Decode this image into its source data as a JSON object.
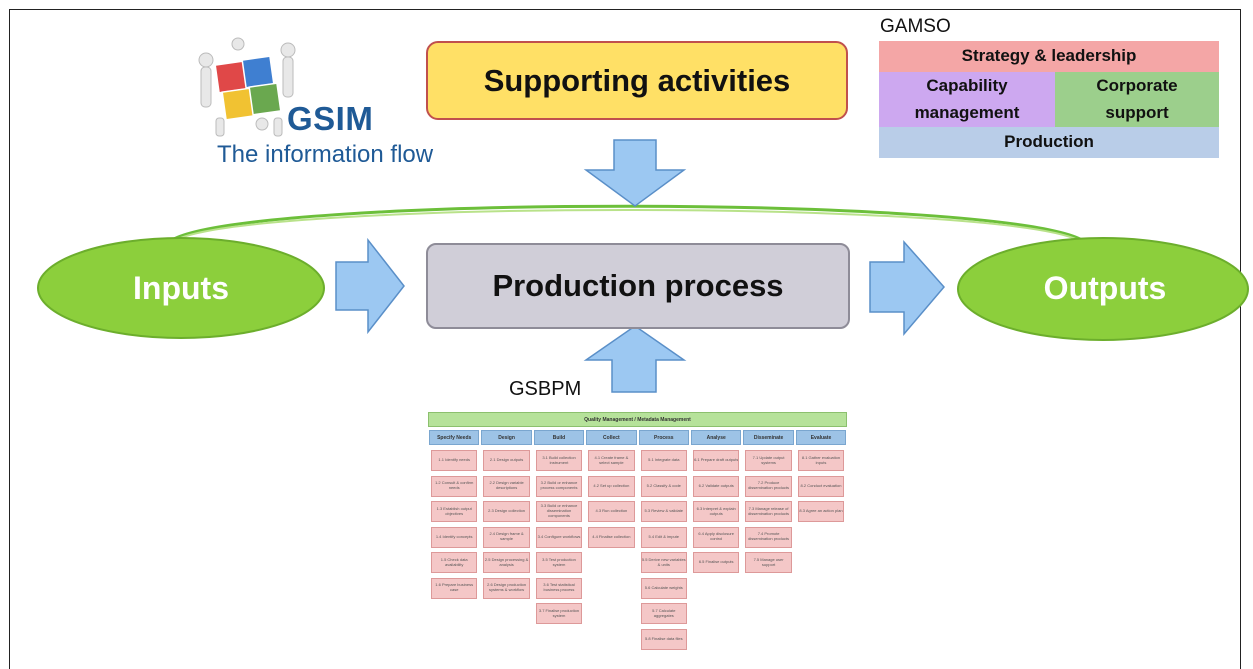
{
  "logo": {
    "name": "GSIM",
    "subtitle": "The information flow"
  },
  "supporting": {
    "label": "Supporting activities"
  },
  "production": {
    "label": "Production process"
  },
  "inputs": {
    "label": "Inputs"
  },
  "outputs": {
    "label": "Outputs"
  },
  "gamso": {
    "title": "GAMSO",
    "strategy": "Strategy & leadership",
    "capability": "Capability management",
    "corporate": "Corporate support",
    "production": "Production"
  },
  "gsbpm": {
    "title": "GSBPM",
    "banner": "Quality Management / Metadata Management",
    "phases": [
      "Specify Needs",
      "Design",
      "Build",
      "Collect",
      "Process",
      "Analyse",
      "Disseminate",
      "Evaluate"
    ],
    "columns": [
      [
        "1.1 Identify needs",
        "1.2 Consult & confirm needs",
        "1.3 Establish output objectives",
        "1.4 Identify concepts",
        "1.5 Check data availability",
        "1.6 Prepare business case"
      ],
      [
        "2.1 Design outputs",
        "2.2 Design variable descriptions",
        "2.3 Design collection",
        "2.4 Design frame & sample",
        "2.5 Design processing & analysis",
        "2.6 Design production systems & workflow"
      ],
      [
        "3.1 Build collection instrument",
        "3.2 Build or enhance process components",
        "3.3 Build or enhance dissemination components",
        "3.4 Configure workflows",
        "3.5 Test production system",
        "3.6 Test statistical business process",
        "3.7 Finalise production system"
      ],
      [
        "4.1 Create frame & select sample",
        "4.2 Set up collection",
        "4.3 Run collection",
        "4.4 Finalise collection"
      ],
      [
        "5.1 Integrate data",
        "5.2 Classify & code",
        "5.3 Review & validate",
        "5.4 Edit & impute",
        "5.5 Derive new variables & units",
        "5.6 Calculate weights",
        "5.7 Calculate aggregates",
        "5.8 Finalise data files"
      ],
      [
        "6.1 Prepare draft outputs",
        "6.2 Validate outputs",
        "6.3 Interpret & explain outputs",
        "6.4 Apply disclosure control",
        "6.5 Finalise outputs"
      ],
      [
        "7.1 Update output systems",
        "7.2 Produce dissemination products",
        "7.3 Manage release of dissemination products",
        "7.4 Promote dissemination products",
        "7.5 Manage user support"
      ],
      [
        "8.1 Gather evaluation inputs",
        "8.2 Conduct evaluation",
        "8.3 Agree an action plan"
      ]
    ]
  },
  "colors": {
    "supporting_fill": "#ffe066",
    "supporting_border": "#c0504d",
    "production_fill": "#d0ced8",
    "ellipse_fill": "#8ccf3c",
    "arrow_fill": "#9cc8f2",
    "arrow_stroke": "#5a8fc8",
    "gamso_strategy": "#f4a6a6",
    "gamso_capability": "#cda8f0",
    "gamso_corporate": "#9ccf8c",
    "gamso_production": "#b9cde8",
    "gsim_text": "#1f5a96"
  }
}
